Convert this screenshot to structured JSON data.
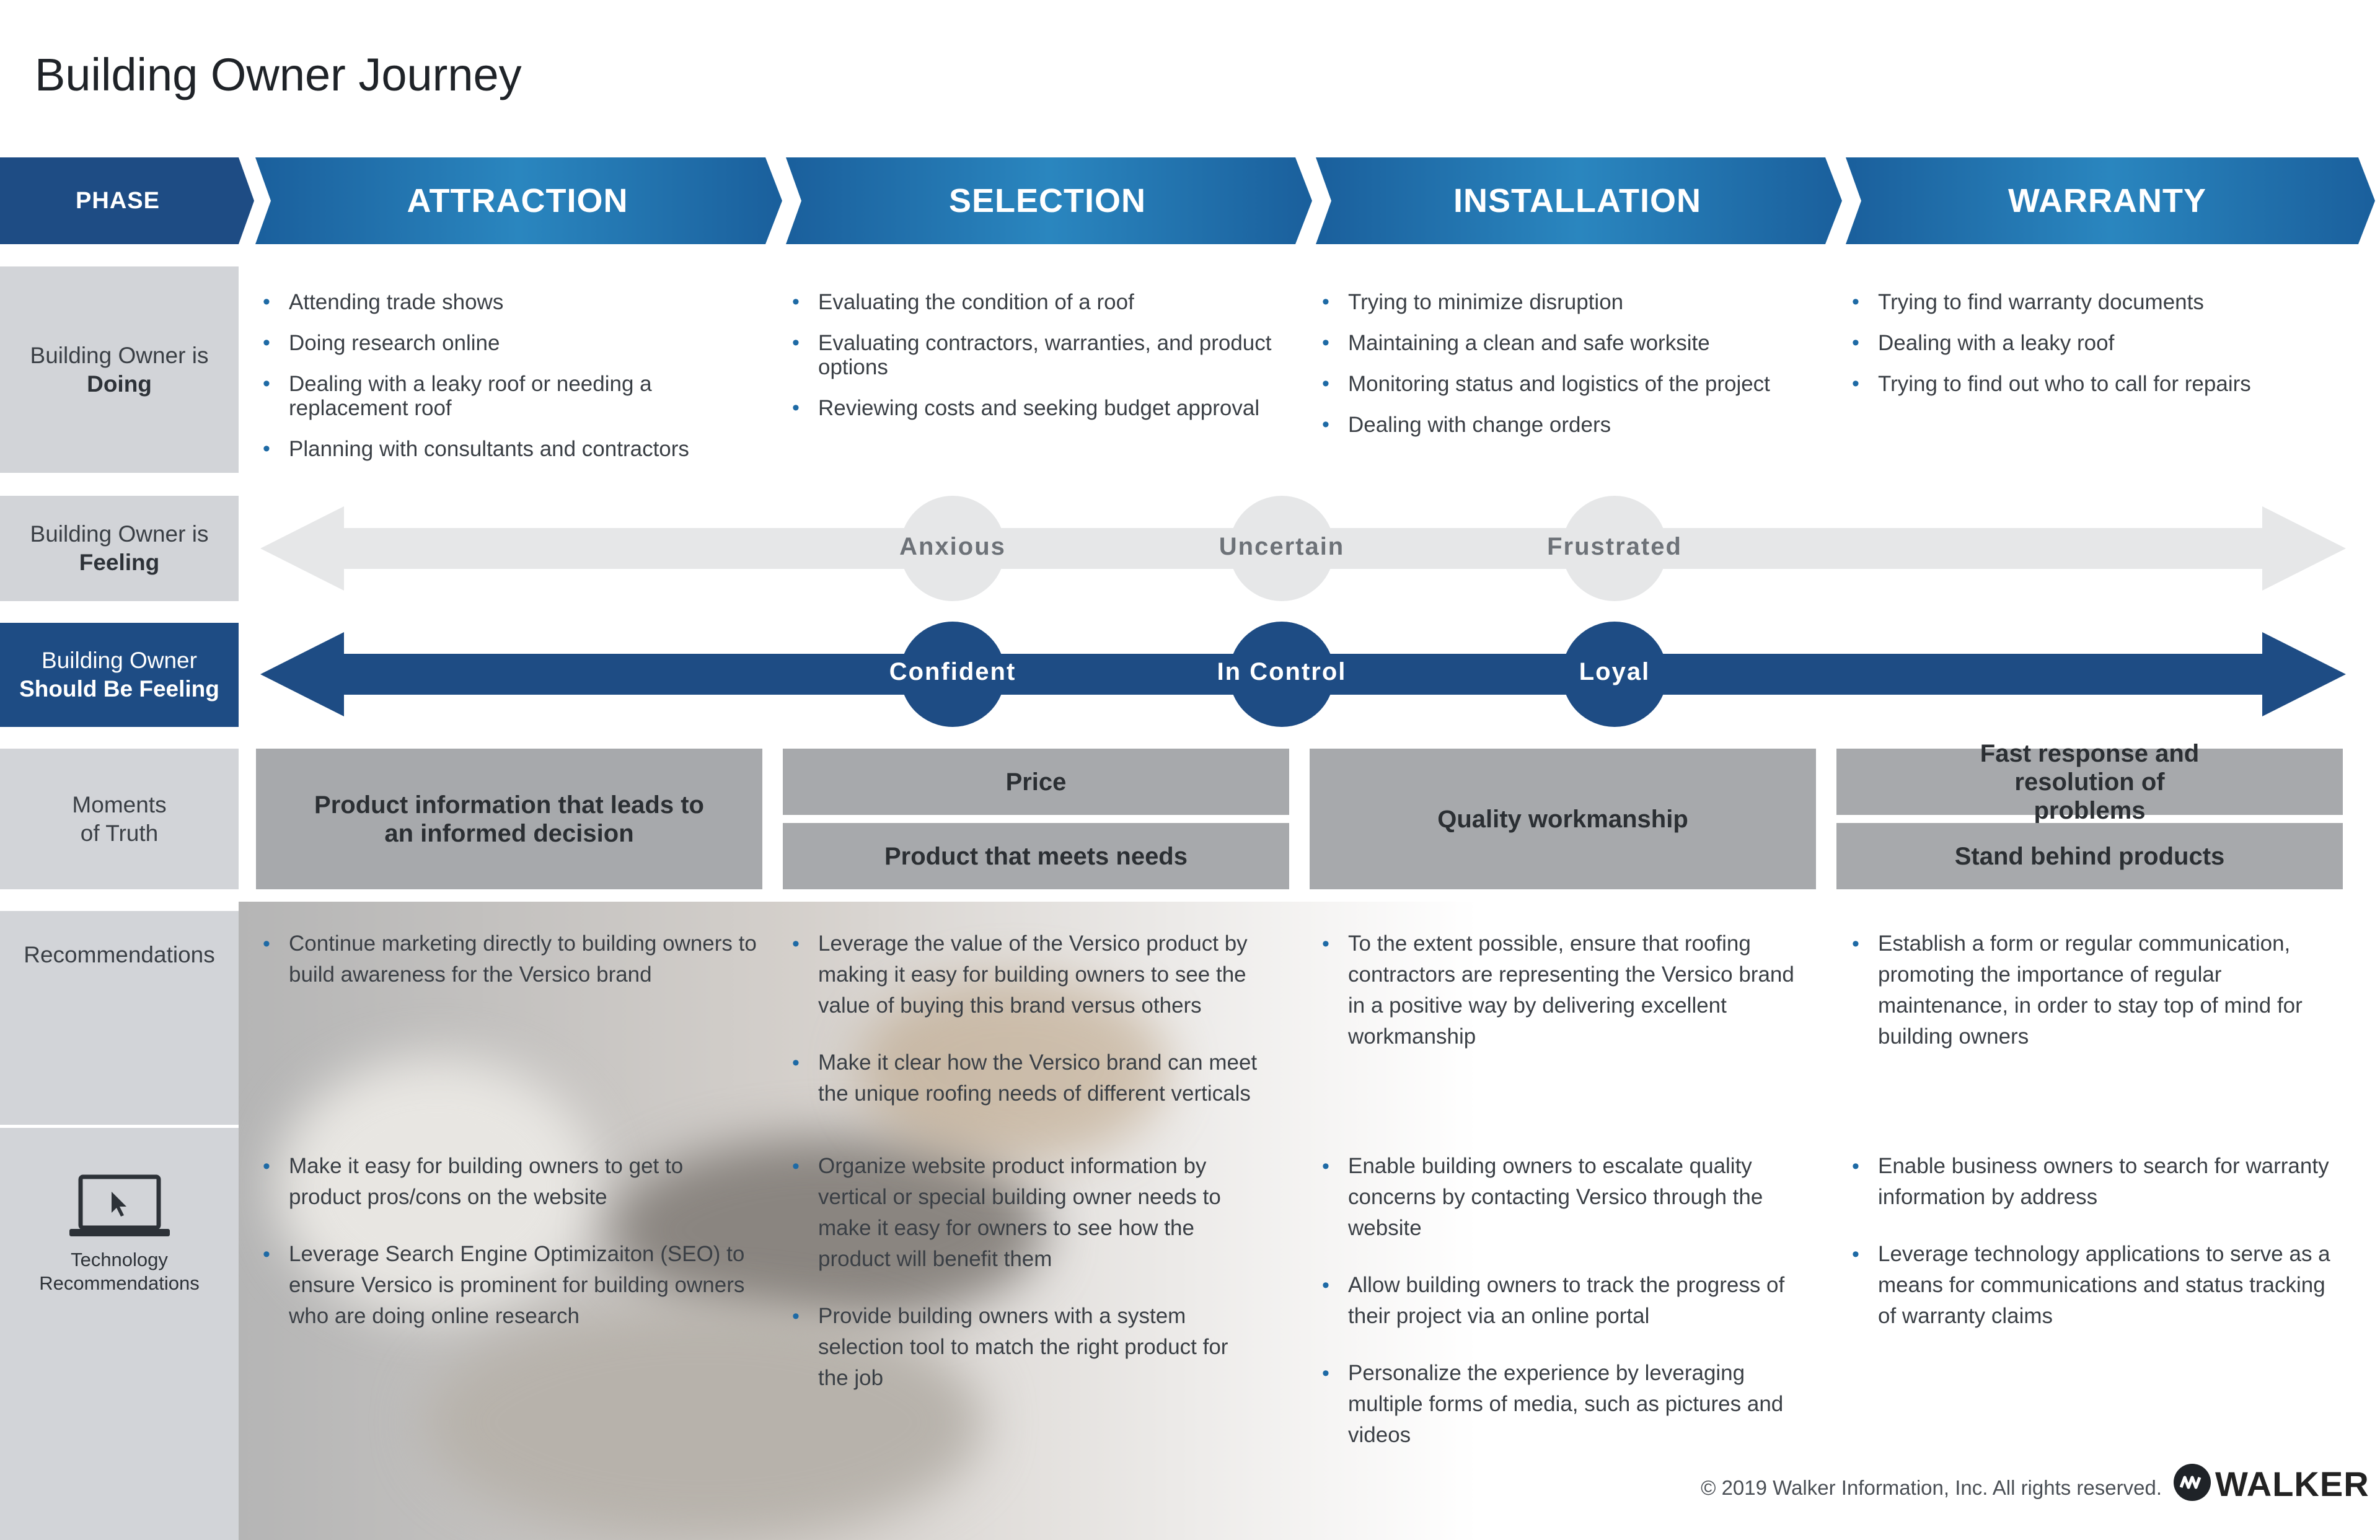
{
  "title": "Building Owner Journey",
  "phase_label": "PHASE",
  "phases": [
    "ATTRACTION",
    "SELECTION",
    "INSTALLATION",
    "WARRANTY"
  ],
  "row_labels": {
    "doing": {
      "line1": "Building Owner is",
      "line2": "Doing"
    },
    "feeling": {
      "line1": "Building Owner is",
      "line2": "Feeling"
    },
    "should_feel": {
      "line1": "Building Owner",
      "line2": "Should Be Feeling"
    },
    "moments": {
      "line1": "Moments",
      "line2": "of Truth"
    },
    "recommendations": "Recommendations",
    "technology": {
      "line1": "Technology",
      "line2": "Recommendations"
    }
  },
  "doing": [
    [
      "Attending trade shows",
      "Doing research online",
      "Dealing with a leaky roof or needing a replacement roof",
      "Planning with consultants and contractors"
    ],
    [
      "Evaluating the condition of a roof",
      "Evaluating contractors, warranties, and product options",
      "Reviewing costs and seeking budget approval"
    ],
    [
      "Trying to minimize disruption",
      "Maintaining a clean and safe worksite",
      "Monitoring status and logistics of the project",
      "Dealing with change orders"
    ],
    [
      "Trying to find warranty documents",
      "Dealing with a leaky roof",
      "Trying to find out who to call for repairs"
    ]
  ],
  "feeling": [
    "Anxious",
    "Uncertain",
    "Frustrated"
  ],
  "should_feel": [
    "Confident",
    "In Control",
    "Loyal"
  ],
  "moments": {
    "attraction": "Product information that leads to an informed decision",
    "selection": [
      "Price",
      "Product that meets needs"
    ],
    "installation": "Quality workmanship",
    "warranty": [
      "Fast response and resolution of problems",
      "Stand behind products"
    ]
  },
  "recommendations": [
    [
      "Continue marketing directly to building owners to build awareness for the Versico brand"
    ],
    [
      "Leverage the value of the Versico product by making it easy for building owners to see the value of buying this brand versus others",
      "Make it clear how the Versico brand can meet the unique roofing needs of different verticals"
    ],
    [
      "To the extent possible, ensure that roofing contractors are representing the Versico brand in a positive way by delivering excellent workmanship"
    ],
    [
      "Establish a form or regular communication, promoting the importance of regular maintenance, in order to stay top of mind for building owners"
    ]
  ],
  "technology": [
    [
      "Make it easy for building owners to get to product pros/cons on the website",
      "Leverage Search Engine Optimizaiton (SEO) to ensure Versico is prominent for building owners who are doing online research"
    ],
    [
      "Organize website product information by vertical or special building owner needs to make it easy for owners to see how the product will benefit them",
      "Provide building owners with a system selection tool to match the right product for the job"
    ],
    [
      "Enable building owners to escalate quality concerns by contacting Versico through the website",
      "Allow building owners to track the progress of their project via an online portal",
      "Personalize the experience by leveraging multiple forms of media, such as pictures and videos"
    ],
    [
      "Enable business owners to search for warranty information by address",
      "Leverage technology applications to serve as a means for communications and status tracking of warranty claims"
    ]
  ],
  "footer": "© 2019 Walker Information, Inc. All rights reserved.",
  "logo": "WALKER",
  "colors": {
    "dark_blue": "#1e4c84",
    "chevron_blue": "#1c6aa6",
    "gray_label": "#d2d4d8",
    "moment_gray": "#a7a9ac",
    "light_arrow": "#e6e7e8"
  }
}
